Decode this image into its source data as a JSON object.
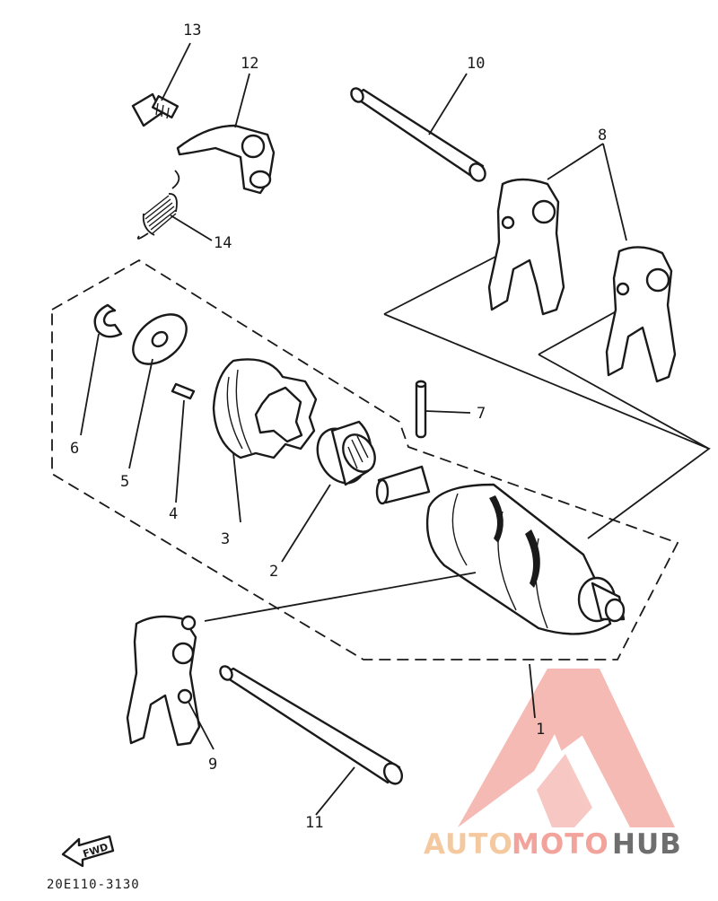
{
  "callouts": {
    "p1": "1",
    "p2": "2",
    "p3": "3",
    "p4": "4",
    "p5": "5",
    "p6": "6",
    "p7": "7",
    "p8": "8",
    "p9": "9",
    "p10": "10",
    "p11": "11",
    "p12": "12",
    "p13": "13",
    "p14": "14"
  },
  "fwd_label": "FWD",
  "drawing_code": "20E110-3130",
  "watermark": {
    "part1": "AUTO",
    "part2": "MOTO",
    "part3": "HUB",
    "color_light": "#f5c9a0",
    "color_mid": "#f2a39c",
    "color_dark": "#6e6e6e"
  }
}
